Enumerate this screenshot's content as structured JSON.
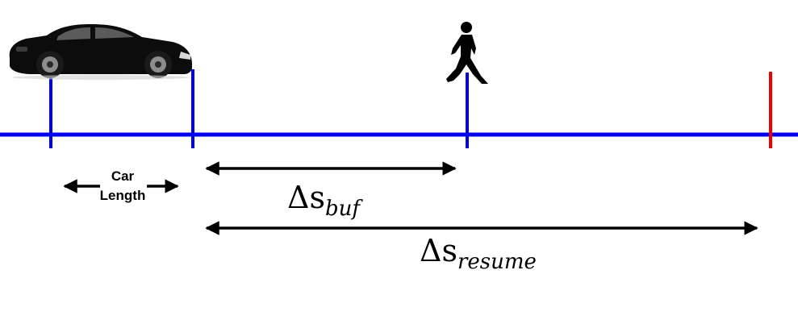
{
  "colors": {
    "track": "#0000ee",
    "marker_end": "#ee0000",
    "arrow": "#000000",
    "car_body": "#0c0c0c",
    "pedestrian": "#000000"
  },
  "labels": {
    "car_length_line1": "Car",
    "car_length_line2": "Length",
    "buf_symbol": "Δs",
    "buf_subscript": "buf",
    "resume_symbol": "Δs",
    "resume_subscript": "resume"
  },
  "icons": {
    "vehicle": "car-icon",
    "walker": "pedestrian-icon"
  }
}
